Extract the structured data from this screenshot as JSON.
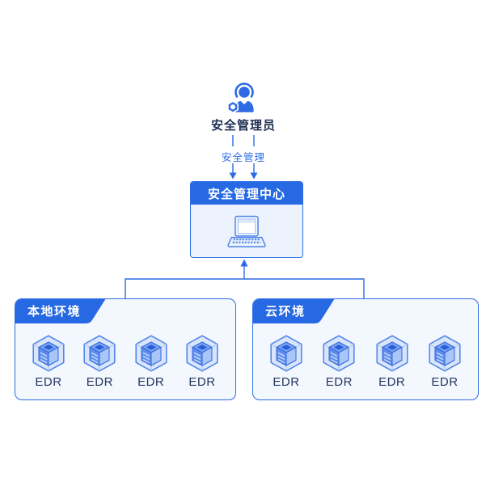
{
  "admin": {
    "label": "安全管理员",
    "icon": "admin-user-wrench-icon"
  },
  "flow": {
    "label": "安全管理"
  },
  "center": {
    "title": "安全管理中心",
    "icon": "laptop-icon"
  },
  "environments": [
    {
      "title": "本地环境",
      "nodes": [
        "EDR",
        "EDR",
        "EDR",
        "EDR"
      ],
      "node_icon": "server-cube-icon"
    },
    {
      "title": "云环境",
      "nodes": [
        "EDR",
        "EDR",
        "EDR",
        "EDR"
      ],
      "node_icon": "server-cube-icon"
    }
  ],
  "colors": {
    "accent_blue": "#2D6BE4",
    "header_blue": "#2669E2",
    "panel_bg": "#F3F8FE",
    "center_body_bg": "#EDF3FC",
    "text_dark": "#1F3052"
  }
}
